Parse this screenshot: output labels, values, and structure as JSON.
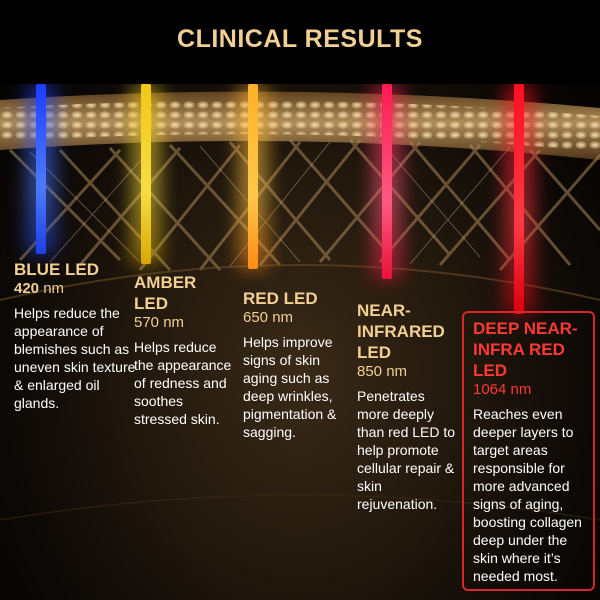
{
  "title": "CLINICAL RESULTS",
  "colors": {
    "gold": "#f2cf93",
    "blue": "#2f5bff",
    "amber": "#e8c21a",
    "red": "#ff9a1a",
    "nir": "#ff2a5a",
    "deep": "#ff2030"
  },
  "columns": [
    {
      "name": "BLUE LED",
      "nm_value": "420",
      "nm_unit": " nm",
      "description": "Helps reduce the appearance of blemishes such as uneven skin texture & enlarged oil glands."
    },
    {
      "name": "AMBER LED",
      "nm_value": "570",
      "nm_unit": " nm",
      "description": "Helps reduce the appearance of redness and soothes stressed skin."
    },
    {
      "name": "RED LED",
      "nm_value": "650",
      "nm_unit": " nm",
      "description": "Helps improve signs of skin aging such as deep wrinkles, pigmentation & sagging."
    },
    {
      "name": "NEAR-INFRARED LED",
      "nm_value": "850",
      "nm_unit": " nm",
      "description": "Penetrates more deeply than red LED to help promote cellular repair & skin rejuvenation."
    },
    {
      "name": "DEEP NEAR-INFRA RED LED",
      "nm_value": "1064",
      "nm_unit": " nm",
      "description": "Reaches even deeper layers to target areas responsible for more advanced signs of aging, boosting collagen deep under the skin where it’s needed most."
    }
  ]
}
